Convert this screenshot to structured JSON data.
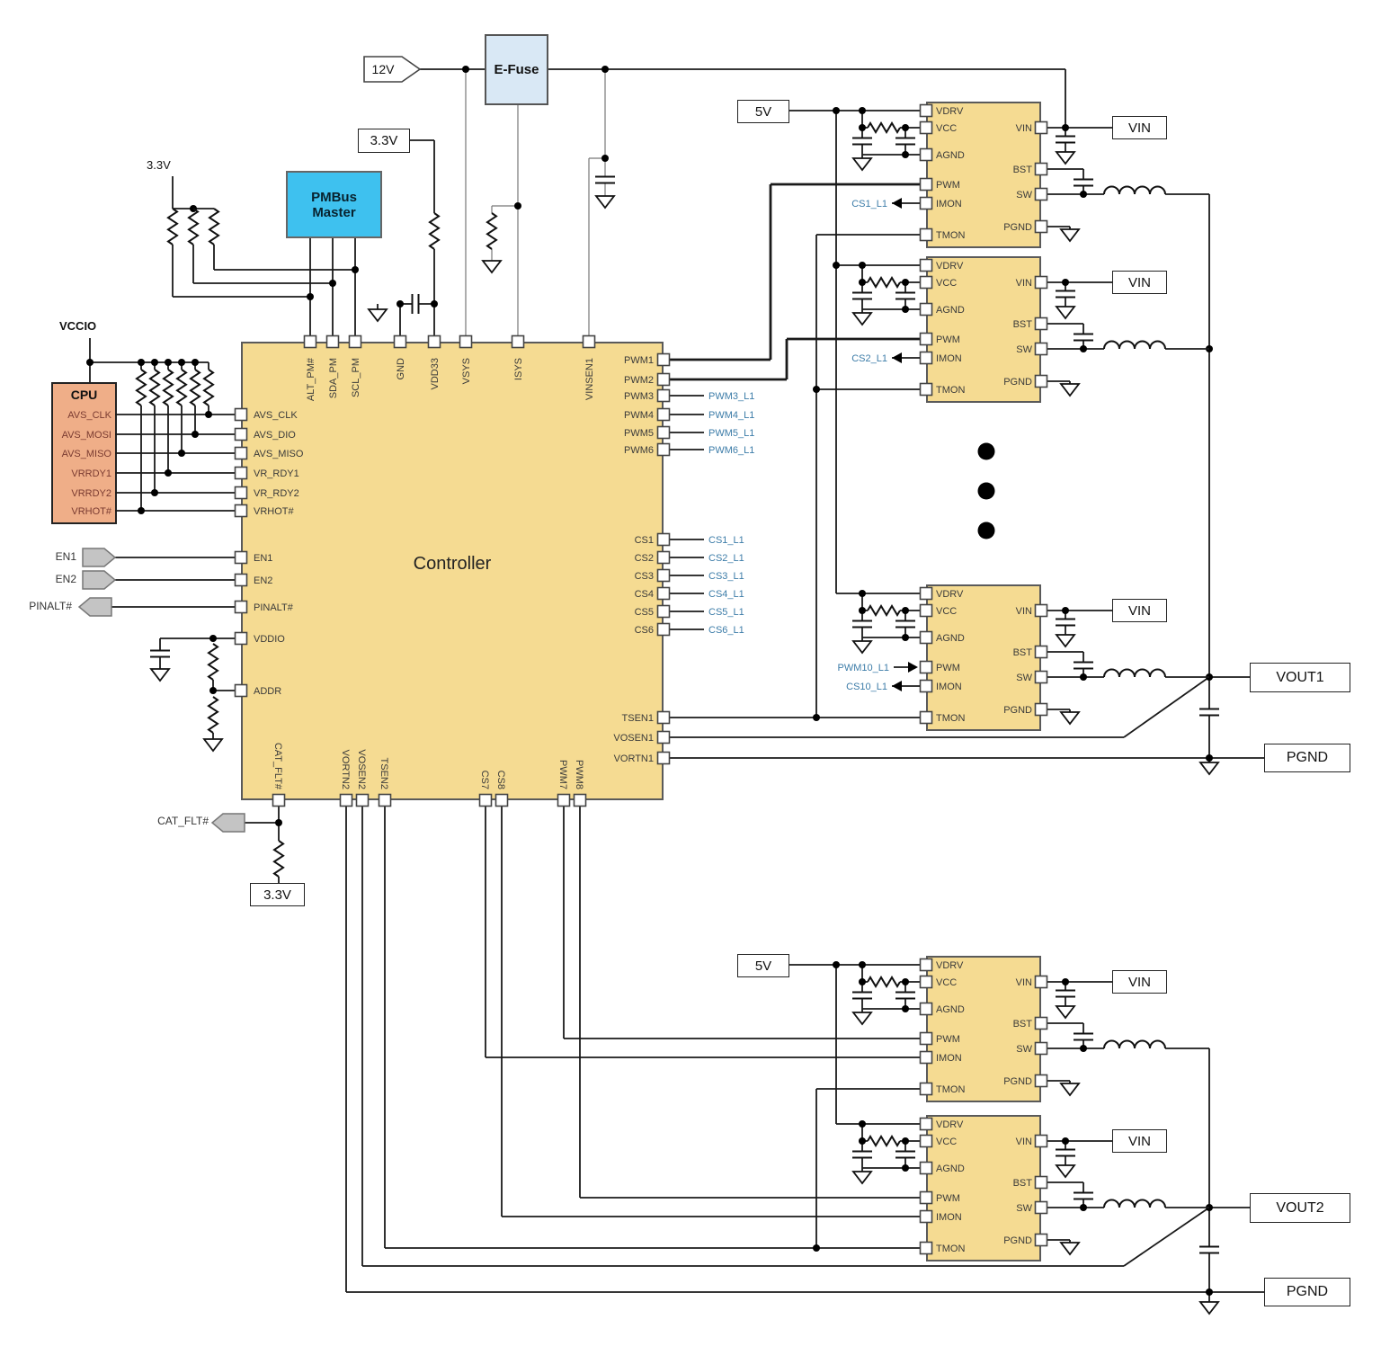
{
  "rails": {
    "v12": "12V",
    "v33": "3.3V",
    "v5": "5V",
    "vin": "VIN",
    "vout1": "VOUT1",
    "vout2": "VOUT2",
    "pgnd": "PGND",
    "vccio": "VCCIO"
  },
  "arrows": {
    "en1": "EN1",
    "en2": "EN2",
    "pinalt": "PINALT#",
    "catflt": "CAT_FLT#"
  },
  "blocks": {
    "controller": "Controller",
    "cpu": "CPU",
    "pmbus": "PMBus Master",
    "efuse": "E-Fuse"
  },
  "controller": {
    "top_pins": [
      "ALT_PM#",
      "SDA_PM",
      "SCL_PM",
      "GND",
      "VDD33",
      "VSYS",
      "ISYS",
      "VINSEN1"
    ],
    "left_pins": [
      "AVS_CLK",
      "AVS_DIO",
      "AVS_MISO",
      "VR_RDY1",
      "VR_RDY2",
      "VRHOT#",
      "EN1",
      "EN2",
      "PINALT#",
      "VDDIO",
      "ADDR"
    ],
    "right_pins": [
      "PWM1",
      "PWM2",
      "PWM3",
      "PWM4",
      "PWM5",
      "PWM6",
      "CS1",
      "CS2",
      "CS3",
      "CS4",
      "CS5",
      "CS6",
      "TSEN1",
      "VOSEN1",
      "VORTN1"
    ],
    "bottom_pins": [
      "CAT_FLT#",
      "VORTN2",
      "VOSEN2",
      "TSEN2",
      "CS7",
      "CS8",
      "PWM7",
      "PWM8"
    ]
  },
  "cpu_pins": [
    "AVS_CLK",
    "AVS_MOSI",
    "AVS_MISO",
    "VRRDY1",
    "VRRDY2",
    "VRHOT#"
  ],
  "net_labels": {
    "pwm": [
      "PWM3_L1",
      "PWM4_L1",
      "PWM5_L1",
      "PWM6_L1"
    ],
    "cs": [
      "CS1_L1",
      "CS2_L1",
      "CS3_L1",
      "CS4_L1",
      "CS5_L1",
      "CS6_L1"
    ]
  },
  "stages": {
    "left": [
      "VDRV",
      "VCC",
      "AGND",
      "PWM",
      "IMON",
      "TMON"
    ],
    "right": [
      "VIN",
      "BST",
      "SW",
      "PGND"
    ],
    "items": [
      {
        "imon_net": "CS1_L1"
      },
      {
        "imon_net": "CS2_L1"
      },
      {
        "pwm_net": "PWM10_L1",
        "imon_net": "CS10_L1"
      },
      {},
      {}
    ]
  },
  "colors": {
    "block_fill": "#F5DB92",
    "cpu_fill": "#EFAE88",
    "pmbus_fill": "#3EC1EF",
    "efuse_fill": "#D9E8F5",
    "net_label_blue": "#3C7CA8"
  }
}
